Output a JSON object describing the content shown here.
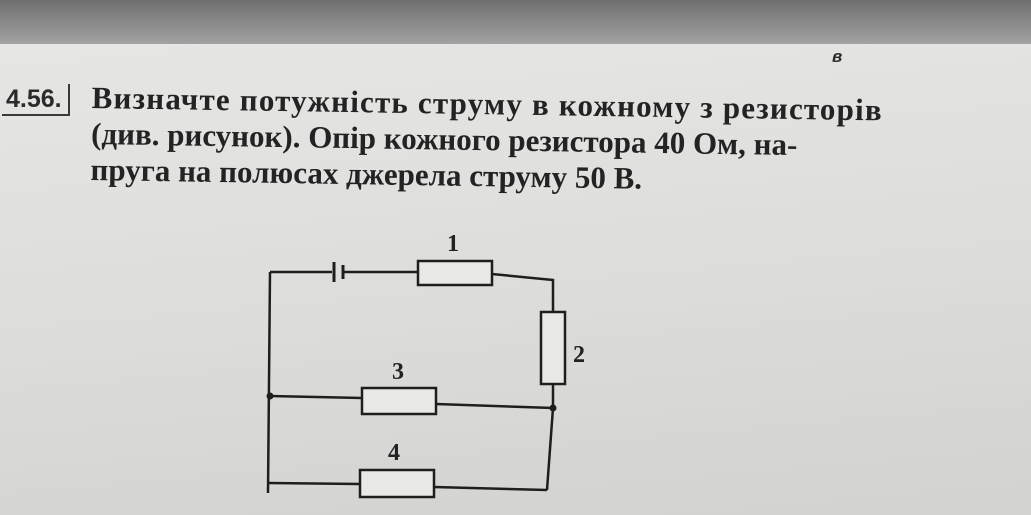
{
  "page": {
    "corner_mark": "в",
    "problem_number": "4.56.",
    "text_lines": [
      "Визначте потужність струму в кожному з резисторів",
      "(див. рисунок). Опір кожного резистора 40 Ом, на-",
      "пруга на полюсах джерела струму 50 В."
    ]
  },
  "circuit": {
    "resistor_labels": [
      "1",
      "2",
      "3",
      "4"
    ],
    "line_color": "#1e1e1e"
  }
}
